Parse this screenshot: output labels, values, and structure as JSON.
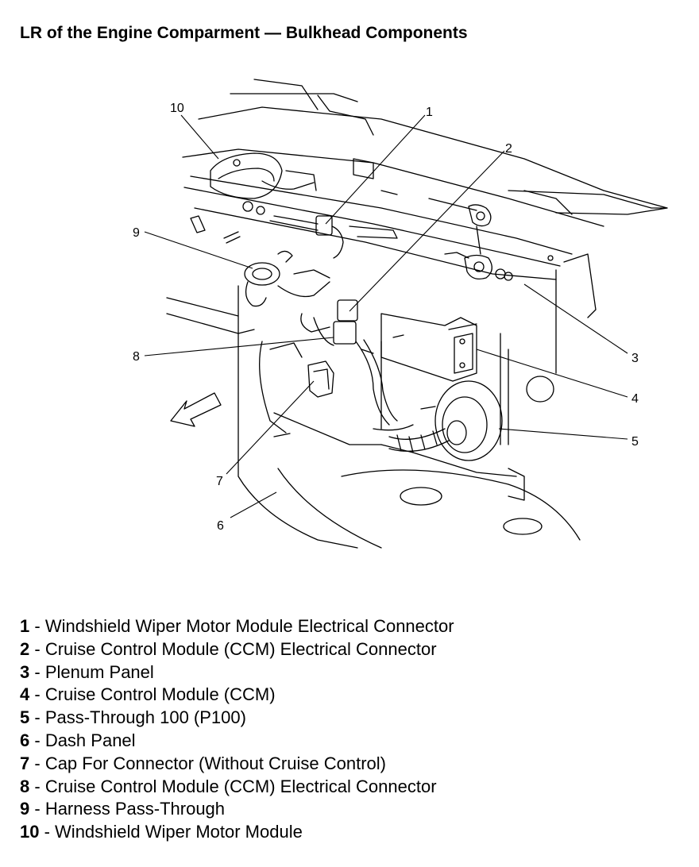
{
  "title": "LR of the Engine Comparment — Bulkhead Components",
  "callouts": [
    "1",
    "2",
    "3",
    "4",
    "5",
    "6",
    "7",
    "8",
    "9",
    "10"
  ],
  "legend": [
    {
      "num": "1",
      "sep": " - ",
      "label": "Windshield Wiper Motor Module Electrical Connector"
    },
    {
      "num": "2",
      "sep": " - ",
      "label": "Cruise Control Module (CCM) Electrical Connector"
    },
    {
      "num": "3",
      "sep": " - ",
      "label": "Plenum Panel"
    },
    {
      "num": "4",
      "sep": " - ",
      "label": "Cruise Control Module (CCM)"
    },
    {
      "num": "5",
      "sep": " - ",
      "label": "Pass-Through 100 (P100)"
    },
    {
      "num": "6",
      "sep": " - ",
      "label": "Dash Panel"
    },
    {
      "num": "7",
      "sep": " - ",
      "label": "Cap For Connector (Without Cruise Control)"
    },
    {
      "num": "8",
      "sep": " - ",
      "label": "Cruise Control Module (CCM) Electrical Connector"
    },
    {
      "num": "9",
      "sep": " - ",
      "label": "Harness Pass-Through"
    },
    {
      "num": "10",
      "sep": " - ",
      "label": "Windshield Wiper Motor Module"
    }
  ]
}
